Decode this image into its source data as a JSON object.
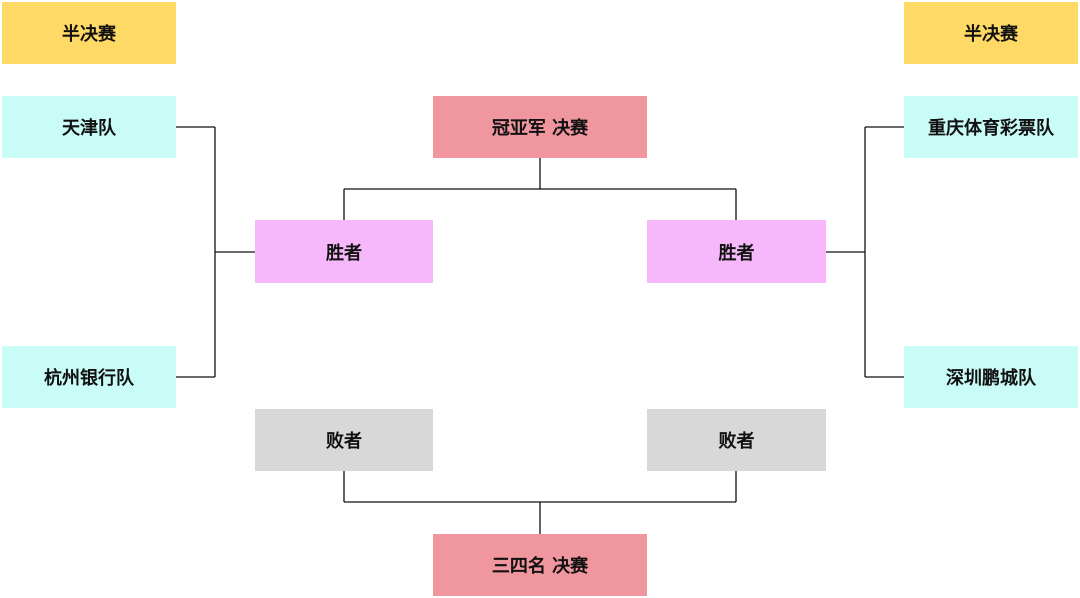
{
  "bracket": {
    "left_stage": "半决赛",
    "right_stage": "半决赛",
    "left_team_top": "天津队",
    "left_team_bottom": "杭州银行队",
    "right_team_top": "重庆体育彩票队",
    "right_team_bottom": "深圳鹏城队",
    "left_winner": "胜者",
    "right_winner": "胜者",
    "left_loser": "败者",
    "right_loser": "败者",
    "championship_final": "冠亚军 决赛",
    "third_place_final": "三四名 决赛"
  },
  "colors": {
    "stage": "#FFD966",
    "team": "#C9FBF7",
    "winner": "#F6B8FA",
    "loser": "#D8D8D8",
    "final": "#F0969E",
    "line": "#111111"
  }
}
